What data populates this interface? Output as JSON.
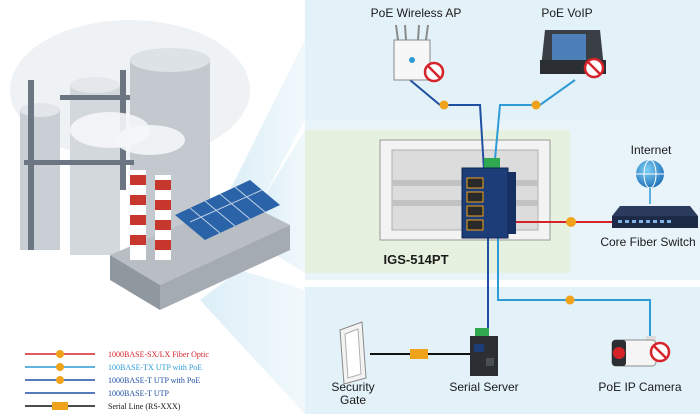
{
  "devices": {
    "wireless_ap": "PoE Wireless AP",
    "voip": "PoE VoIP",
    "internet": "Internet",
    "core_switch": "Core Fiber Switch",
    "model": "IGS-514PT",
    "security_gate_line1": "Security",
    "security_gate_line2": "Gate",
    "serial_server": "Serial Server",
    "ip_camera": "PoE IP Camera"
  },
  "legend": [
    {
      "label": "1000BASE-SX/LX Fiber Optic",
      "color": "#d6232a"
    },
    {
      "label": "100BASE-TX UTP with PoE",
      "color": "#2e9ad6"
    },
    {
      "label": "1000BASE-T UTP with PoE",
      "color": "#1f4fa3"
    },
    {
      "label": "1000BASE-T UTP",
      "color": "#1f4fa3"
    },
    {
      "label": "Serial Line (RS-XXX)",
      "color": "#111111"
    }
  ],
  "colors": {
    "fiber": "#d6232a",
    "utp_poe_light": "#2e9ad6",
    "utp_poe_dark": "#1f4fa3",
    "serial": "#111111",
    "panel_blue": "#e3f1f8",
    "panel_green": "#e6f2df",
    "marker_orange": "#f0a21b"
  },
  "icons": [
    "factory-icon",
    "wireless-ap-icon",
    "voip-phone-icon",
    "globe-icon",
    "core-switch-icon",
    "industrial-switch-icon",
    "serial-server-icon",
    "security-gate-icon",
    "ip-camera-icon",
    "no-power-icon"
  ]
}
